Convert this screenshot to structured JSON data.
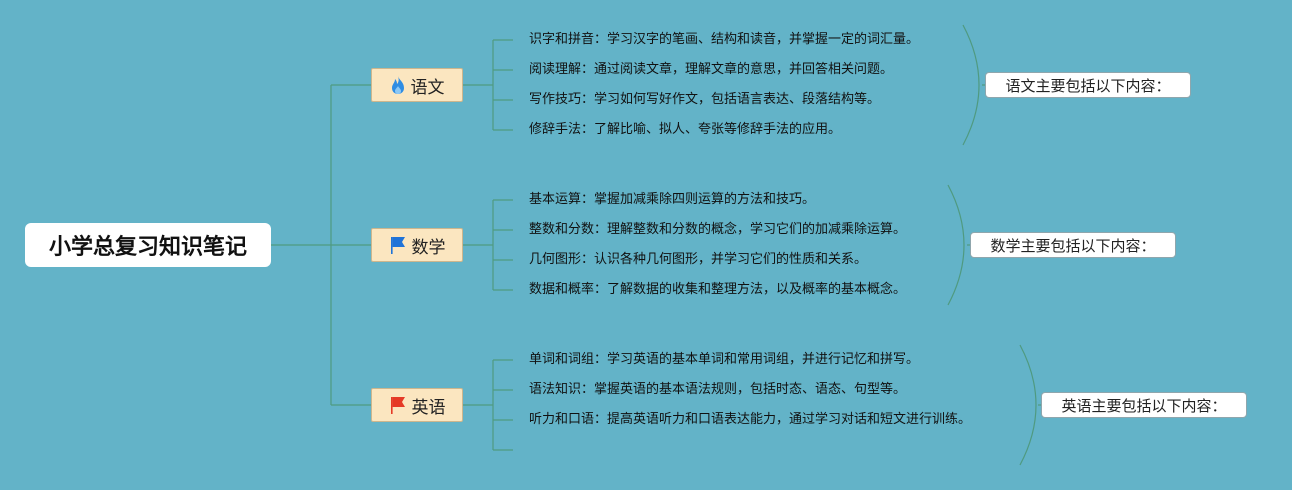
{
  "root": {
    "title": "小学总复习知识笔记"
  },
  "branches": [
    {
      "label": "语文",
      "icon": "fire-icon",
      "icon_color": "#2f8de4",
      "items": [
        "识字和拼音：学习汉字的笔画、结构和读音，并掌握一定的词汇量。",
        "阅读理解：通过阅读文章，理解文章的意思，并回答相关问题。",
        "写作技巧：学习如何写好作文，包括语言表达、段落结构等。",
        "修辞手法：了解比喻、拟人、夸张等修辞手法的应用。"
      ],
      "summary": "语文主要包括以下内容："
    },
    {
      "label": "数学",
      "icon": "flag-icon",
      "icon_color": "#1f73d8",
      "items": [
        "基本运算：掌握加减乘除四则运算的方法和技巧。",
        "整数和分数：理解整数和分数的概念，学习它们的加减乘除运算。",
        "几何图形：认识各种几何图形，并学习它们的性质和关系。",
        "数据和概率：了解数据的收集和整理方法，以及概率的基本概念。"
      ],
      "summary": "数学主要包括以下内容："
    },
    {
      "label": "英语",
      "icon": "flag-icon",
      "icon_color": "#e53a26",
      "items": [
        "单词和词组：学习英语的基本单词和常用词组，并进行记忆和拼写。",
        "语法知识：掌握英语的基本语法规则，包括时态、语态、句型等。",
        "听力和口语：提高英语听力和口语表达能力，通过学习对话和短文进行训练。",
        ""
      ],
      "summary": "英语主要包括以下内容："
    }
  ],
  "colors": {
    "background": "#63b3c8",
    "line": "#4f9a80",
    "branch_fill": "#fbe6c0"
  }
}
